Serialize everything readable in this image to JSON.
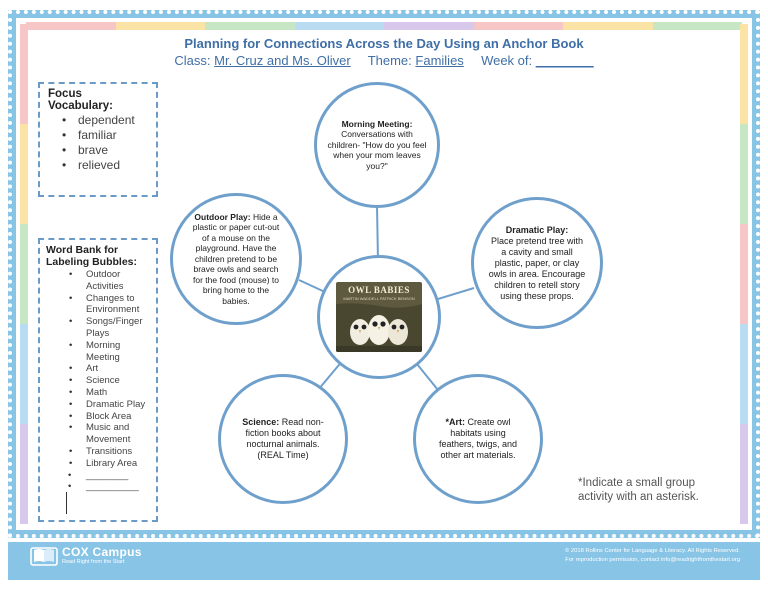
{
  "header": {
    "title": "Planning for Connections Across the Day Using an Anchor Book",
    "class_label": "Class:",
    "class_value": "Mr. Cruz and Ms. Oliver",
    "theme_label": "Theme:",
    "theme_value": "Families",
    "week_label": "Week of:",
    "week_value": "________"
  },
  "focus_vocabulary": {
    "heading": "Focus Vocabulary:",
    "items": [
      "dependent",
      "familiar",
      "brave",
      "relieved"
    ]
  },
  "word_bank": {
    "heading": "Word Bank for Labeling Bubbles:",
    "items": [
      "Outdoor Activities",
      "Changes to Environment",
      "Songs/Finger Plays",
      "Morning Meeting",
      "Art",
      "Science",
      "Math",
      "Dramatic Play",
      "Block Area",
      "Music and Movement",
      "Transitions",
      "Library Area",
      "________",
      "__________"
    ]
  },
  "bubbles": {
    "morning": {
      "label": "Morning Meeting:",
      "text": "Conversations with children- \"How do you feel when your mom leaves you?\""
    },
    "dramatic": {
      "label": "Dramatic Play:",
      "text": "Place pretend tree with a cavity and small plastic, paper, or clay owls in area. Encourage children to retell story using these props."
    },
    "outdoor": {
      "label": "Outdoor Play:",
      "text": "Hide a plastic or paper cut-out of a mouse on the playground. Have the children pretend to be brave owls and search for the food (mouse) to bring home to the babies."
    },
    "science": {
      "label": "Science:",
      "text": "Read non-fiction books about nocturnal animals. (REAL Time)"
    },
    "art": {
      "label": "*Art:",
      "text": "Create owl habitats using feathers, twigs, and other art materials."
    }
  },
  "anchor_book": {
    "title": "OWL BABIES",
    "authors": "MARTIN WADDELL   PATRICK BENSON"
  },
  "note": "*Indicate a small group activity with an asterisk.",
  "footer": {
    "logo_name": "COX Campus",
    "logo_tagline": "Read Right from the Start",
    "copyright_line1": "© 2018 Rollins Center for Language & Literacy. All Rights Reserved.",
    "copyright_line2": "For reproduction permission, contact info@readrightfromthestart.org"
  },
  "colors": {
    "title_blue": "#3f6fa6",
    "frame_blue": "#87c4e6",
    "bubble_border": "#6fa0cc",
    "strip": [
      "#f7c6c7",
      "#fbe3a6",
      "#c6e6c4",
      "#b9dcf2",
      "#d8c8ec",
      "#f7c6c7",
      "#fbe3a6",
      "#c6e6c4"
    ]
  }
}
